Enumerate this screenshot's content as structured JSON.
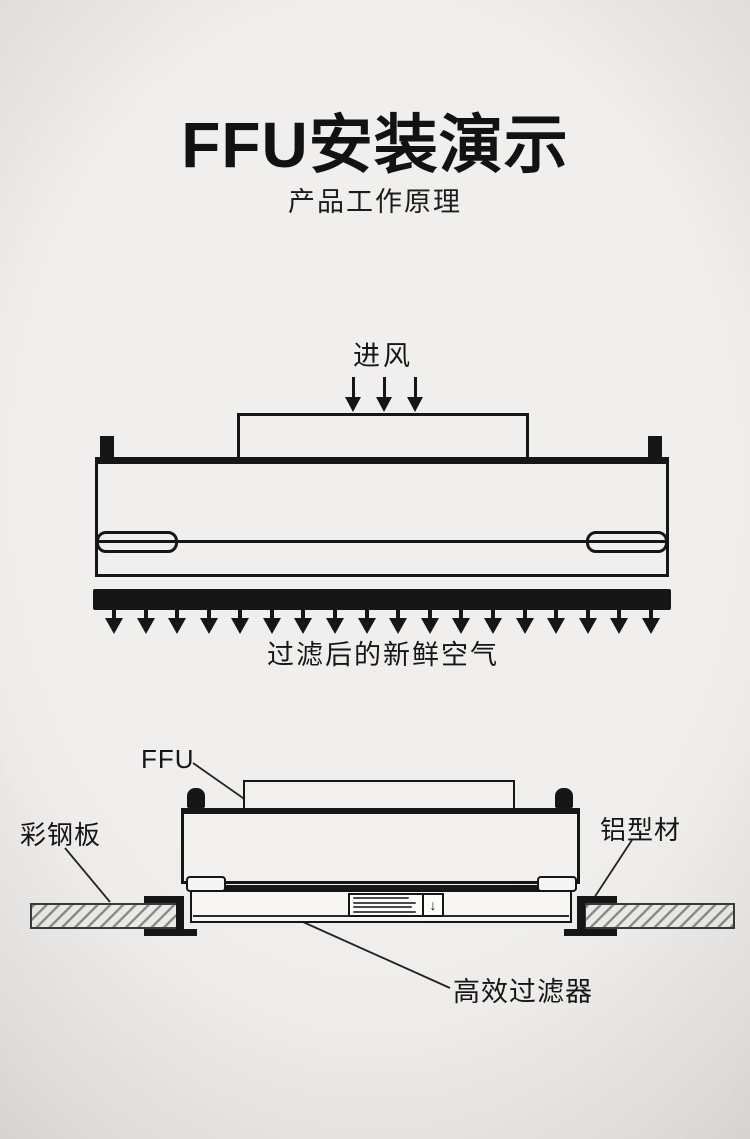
{
  "page": {
    "title": "FFU安装演示",
    "subtitle": "产品工作原理"
  },
  "principle": {
    "intake_label": "进风",
    "outflow_label": "过滤后的新鲜空气",
    "intake_arrow_count": 3,
    "outflow_arrow_count": 18
  },
  "install": {
    "ffu_label": "FFU",
    "steel_panel_label": "彩钢板",
    "aluminum_label": "铝型材",
    "hepa_label": "高效过滤器",
    "nameplate_arrow": "↓"
  },
  "colors": {
    "background": "#edebe9",
    "line": "#161616",
    "text": "#121212"
  }
}
